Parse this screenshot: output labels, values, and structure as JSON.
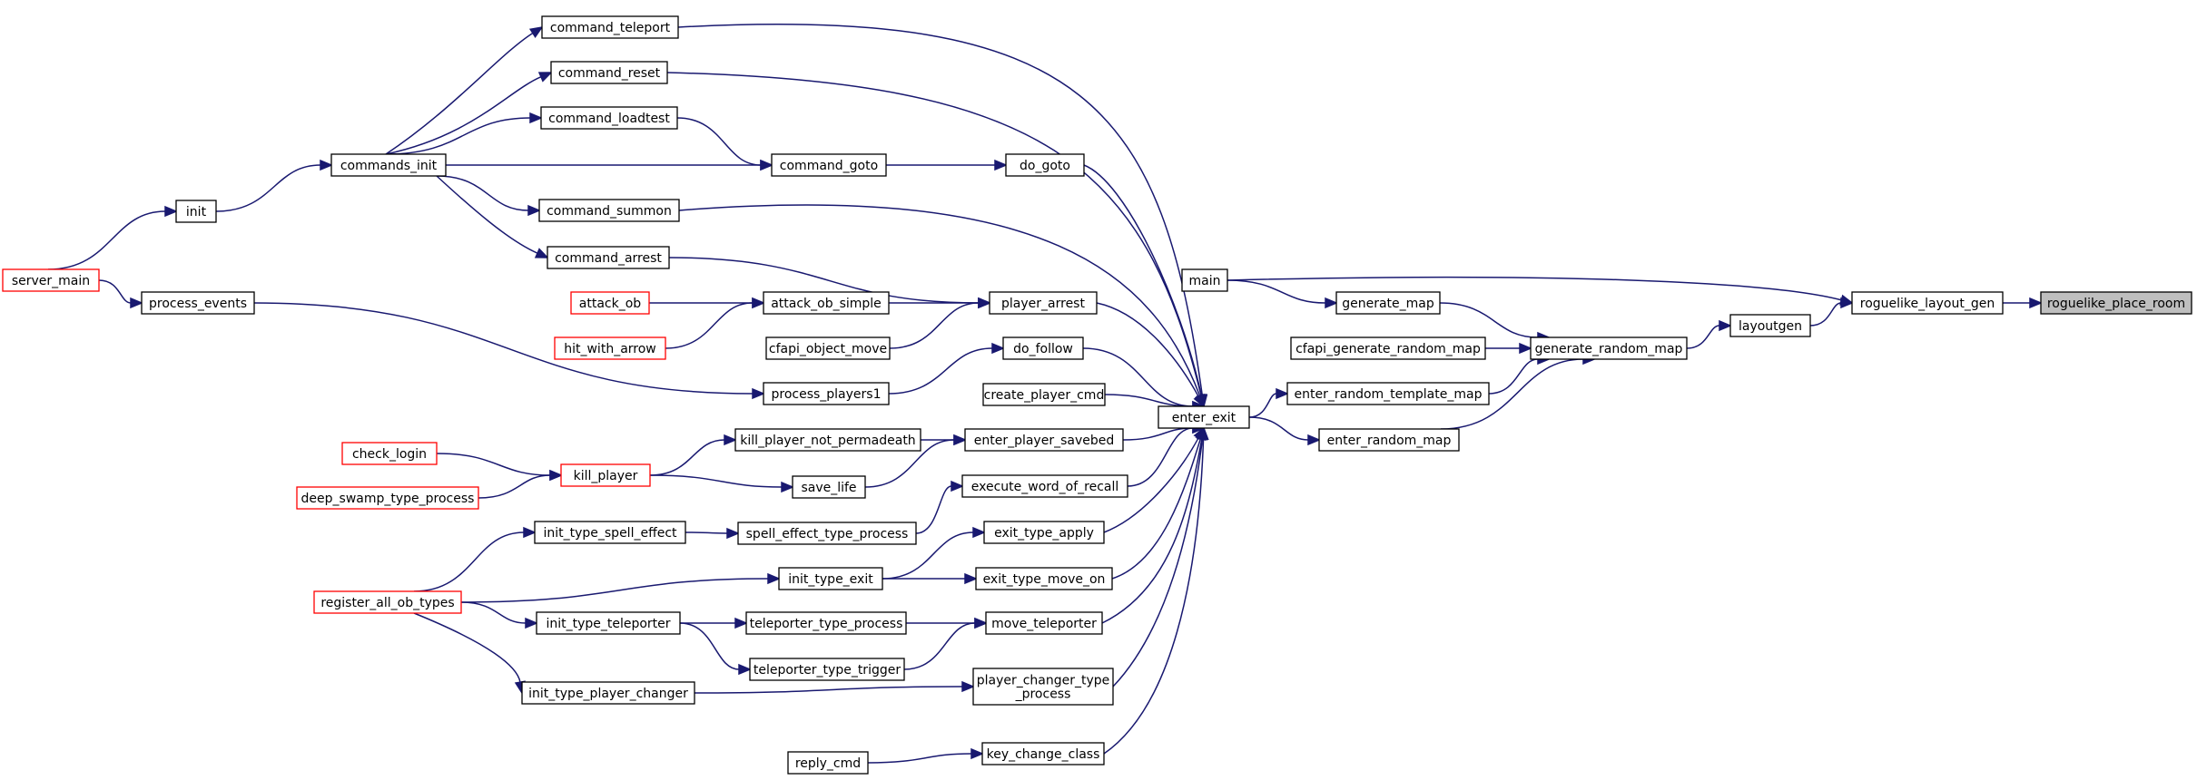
{
  "colors": {
    "edge": "#191970",
    "node_border": "#000000",
    "node_fill": "#ffffff",
    "highlight_border": "#ff0000",
    "focus_fill": "#bfbfbf"
  },
  "nodes": [
    {
      "id": "command_teleport",
      "label": "command_teleport"
    },
    {
      "id": "command_reset",
      "label": "command_reset"
    },
    {
      "id": "command_loadtest",
      "label": "command_loadtest"
    },
    {
      "id": "commands_init",
      "label": "commands_init"
    },
    {
      "id": "command_goto",
      "label": "command_goto"
    },
    {
      "id": "do_goto",
      "label": "do_goto"
    },
    {
      "id": "init",
      "label": "init"
    },
    {
      "id": "command_summon",
      "label": "command_summon"
    },
    {
      "id": "command_arrest",
      "label": "command_arrest"
    },
    {
      "id": "main",
      "label": "main"
    },
    {
      "id": "server_main",
      "label": "server_main",
      "style": "red"
    },
    {
      "id": "process_events",
      "label": "process_events"
    },
    {
      "id": "attack_ob",
      "label": "attack_ob",
      "style": "red"
    },
    {
      "id": "attack_ob_simple",
      "label": "attack_ob_simple"
    },
    {
      "id": "player_arrest",
      "label": "player_arrest"
    },
    {
      "id": "generate_map",
      "label": "generate_map"
    },
    {
      "id": "roguelike_layout_gen",
      "label": "roguelike_layout_gen"
    },
    {
      "id": "roguelike_place_room",
      "label": "roguelike_place_room",
      "style": "focus"
    },
    {
      "id": "layoutgen",
      "label": "layoutgen"
    },
    {
      "id": "hit_with_arrow",
      "label": "hit_with_arrow",
      "style": "red"
    },
    {
      "id": "cfapi_object_move",
      "label": "cfapi_object_move"
    },
    {
      "id": "do_follow",
      "label": "do_follow"
    },
    {
      "id": "cfapi_generate_random_map",
      "label": "cfapi_generate_random_map"
    },
    {
      "id": "generate_random_map",
      "label": "generate_random_map"
    },
    {
      "id": "process_players1",
      "label": "process_players1"
    },
    {
      "id": "create_player_cmd",
      "label": "create_player_cmd"
    },
    {
      "id": "enter_random_template_map",
      "label": "enter_random_template_map"
    },
    {
      "id": "enter_exit",
      "label": "enter_exit"
    },
    {
      "id": "kill_player_not_permadeath",
      "label": "kill_player_not_permadeath"
    },
    {
      "id": "enter_player_savebed",
      "label": "enter_player_savebed"
    },
    {
      "id": "enter_random_map",
      "label": "enter_random_map"
    },
    {
      "id": "check_login",
      "label": "check_login",
      "style": "red"
    },
    {
      "id": "kill_player",
      "label": "kill_player",
      "style": "red"
    },
    {
      "id": "deep_swamp_type_process",
      "label": "deep_swamp_type_process",
      "style": "red"
    },
    {
      "id": "save_life",
      "label": "save_life"
    },
    {
      "id": "execute_word_of_recall",
      "label": "execute_word_of_recall"
    },
    {
      "id": "init_type_spell_effect",
      "label": "init_type_spell_effect"
    },
    {
      "id": "spell_effect_type_process",
      "label": "spell_effect_type_process"
    },
    {
      "id": "exit_type_apply",
      "label": "exit_type_apply"
    },
    {
      "id": "init_type_exit",
      "label": "init_type_exit"
    },
    {
      "id": "exit_type_move_on",
      "label": "exit_type_move_on"
    },
    {
      "id": "register_all_ob_types",
      "label": "register_all_ob_types",
      "style": "red"
    },
    {
      "id": "init_type_teleporter",
      "label": "init_type_teleporter"
    },
    {
      "id": "teleporter_type_process",
      "label": "teleporter_type_process"
    },
    {
      "id": "move_teleporter",
      "label": "move_teleporter"
    },
    {
      "id": "teleporter_type_trigger",
      "label": "teleporter_type_trigger"
    },
    {
      "id": "player_changer_type_process",
      "label": "player_changer_type\n_process"
    },
    {
      "id": "init_type_player_changer",
      "label": "init_type_player_changer"
    },
    {
      "id": "key_change_class",
      "label": "key_change_class"
    },
    {
      "id": "reply_cmd",
      "label": "reply_cmd"
    }
  ],
  "edges": [
    {
      "from": "roguelike_layout_gen",
      "to": "roguelike_place_room"
    },
    {
      "from": "main",
      "to": "roguelike_layout_gen"
    },
    {
      "from": "layoutgen",
      "to": "roguelike_layout_gen"
    },
    {
      "from": "generate_random_map",
      "to": "layoutgen"
    },
    {
      "from": "generate_map",
      "to": "generate_random_map"
    },
    {
      "from": "cfapi_generate_random_map",
      "to": "generate_random_map"
    },
    {
      "from": "enter_random_template_map",
      "to": "generate_random_map"
    },
    {
      "from": "enter_random_map",
      "to": "generate_random_map"
    },
    {
      "from": "main",
      "to": "generate_map"
    },
    {
      "from": "enter_exit",
      "to": "enter_random_template_map"
    },
    {
      "from": "enter_exit",
      "to": "enter_random_map"
    },
    {
      "from": "command_teleport",
      "to": "enter_exit"
    },
    {
      "from": "command_reset",
      "to": "enter_exit"
    },
    {
      "from": "do_goto",
      "to": "enter_exit"
    },
    {
      "from": "command_summon",
      "to": "enter_exit"
    },
    {
      "from": "player_arrest",
      "to": "enter_exit"
    },
    {
      "from": "do_follow",
      "to": "enter_exit"
    },
    {
      "from": "create_player_cmd",
      "to": "enter_exit"
    },
    {
      "from": "enter_player_savebed",
      "to": "enter_exit"
    },
    {
      "from": "execute_word_of_recall",
      "to": "enter_exit"
    },
    {
      "from": "exit_type_apply",
      "to": "enter_exit"
    },
    {
      "from": "exit_type_move_on",
      "to": "enter_exit"
    },
    {
      "from": "move_teleporter",
      "to": "enter_exit"
    },
    {
      "from": "player_changer_type_process",
      "to": "enter_exit"
    },
    {
      "from": "key_change_class",
      "to": "enter_exit"
    },
    {
      "from": "command_goto",
      "to": "do_goto"
    },
    {
      "from": "command_loadtest",
      "to": "command_goto"
    },
    {
      "from": "commands_init",
      "to": "command_goto"
    },
    {
      "from": "commands_init",
      "to": "command_teleport"
    },
    {
      "from": "commands_init",
      "to": "command_reset"
    },
    {
      "from": "commands_init",
      "to": "command_loadtest"
    },
    {
      "from": "commands_init",
      "to": "command_summon"
    },
    {
      "from": "commands_init",
      "to": "command_arrest"
    },
    {
      "from": "init",
      "to": "commands_init"
    },
    {
      "from": "server_main",
      "to": "init"
    },
    {
      "from": "server_main",
      "to": "process_events"
    },
    {
      "from": "command_arrest",
      "to": "player_arrest"
    },
    {
      "from": "attack_ob_simple",
      "to": "player_arrest"
    },
    {
      "from": "cfapi_object_move",
      "to": "player_arrest"
    },
    {
      "from": "attack_ob",
      "to": "attack_ob_simple"
    },
    {
      "from": "hit_with_arrow",
      "to": "attack_ob_simple"
    },
    {
      "from": "process_events",
      "to": "process_players1"
    },
    {
      "from": "process_players1",
      "to": "do_follow"
    },
    {
      "from": "kill_player_not_permadeath",
      "to": "enter_player_savebed"
    },
    {
      "from": "save_life",
      "to": "enter_player_savebed"
    },
    {
      "from": "kill_player",
      "to": "kill_player_not_permadeath"
    },
    {
      "from": "kill_player",
      "to": "save_life"
    },
    {
      "from": "check_login",
      "to": "kill_player"
    },
    {
      "from": "deep_swamp_type_process",
      "to": "kill_player"
    },
    {
      "from": "spell_effect_type_process",
      "to": "execute_word_of_recall"
    },
    {
      "from": "init_type_spell_effect",
      "to": "spell_effect_type_process"
    },
    {
      "from": "register_all_ob_types",
      "to": "init_type_spell_effect"
    },
    {
      "from": "init_type_exit",
      "to": "exit_type_apply"
    },
    {
      "from": "init_type_exit",
      "to": "exit_type_move_on"
    },
    {
      "from": "register_all_ob_types",
      "to": "init_type_exit"
    },
    {
      "from": "register_all_ob_types",
      "to": "init_type_teleporter"
    },
    {
      "from": "register_all_ob_types",
      "to": "init_type_player_changer"
    },
    {
      "from": "init_type_teleporter",
      "to": "teleporter_type_process"
    },
    {
      "from": "init_type_teleporter",
      "to": "teleporter_type_trigger"
    },
    {
      "from": "teleporter_type_process",
      "to": "move_teleporter"
    },
    {
      "from": "teleporter_type_trigger",
      "to": "move_teleporter"
    },
    {
      "from": "init_type_player_changer",
      "to": "player_changer_type_process"
    },
    {
      "from": "reply_cmd",
      "to": "key_change_class"
    }
  ]
}
